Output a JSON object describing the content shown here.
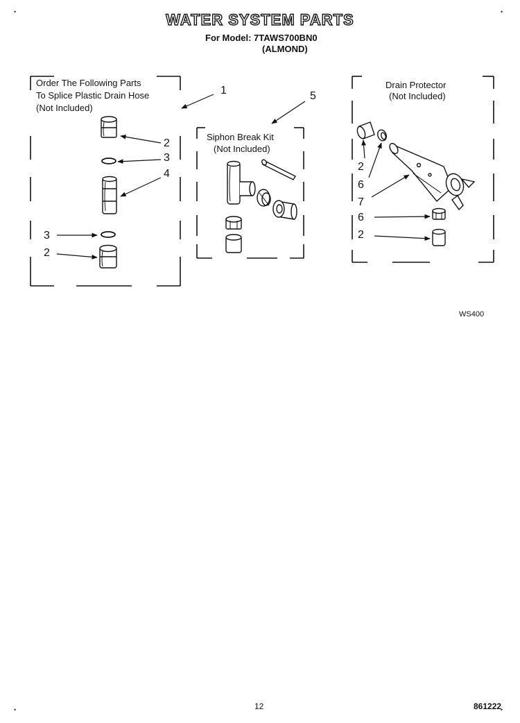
{
  "header": {
    "title": "WATER SYSTEM PARTS",
    "model_line": "For Model: 7TAWS700BN0",
    "color_line": "(ALMOND)"
  },
  "groups": {
    "splice": {
      "line1": "Order The Following Parts",
      "line2": "To Splice Plastic Drain Hose",
      "line3": "(Not Included)",
      "callout": "1"
    },
    "siphon": {
      "line1": "Siphon Break Kit",
      "line2": "(Not Included)",
      "callout": "5"
    },
    "drain": {
      "line1": "Drain Protector",
      "line2": "(Not Included)"
    }
  },
  "callouts": {
    "splice": [
      "2",
      "3",
      "4",
      "3",
      "2"
    ],
    "drain": [
      "2",
      "6",
      "7",
      "6",
      "2"
    ]
  },
  "footer": {
    "ref": "WS400",
    "page_number": "12",
    "doc_code": "861222"
  }
}
